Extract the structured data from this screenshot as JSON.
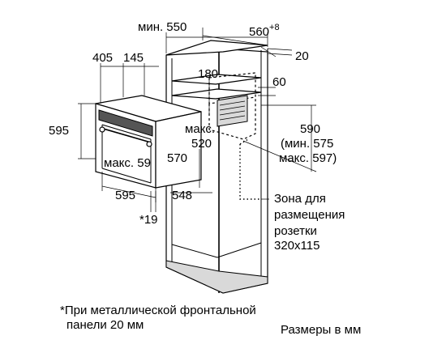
{
  "dimensions": {
    "min_550": "мин. 550",
    "w560": "560",
    "w560_sup": "+8",
    "d20": "20",
    "d405": "405",
    "d145": "145",
    "d180": "180",
    "d60": "60",
    "h595": "595",
    "max_label": "макс.",
    "max520": "520",
    "d570": "570",
    "max59": "макс. 59",
    "w595": "595",
    "d548": "548",
    "star19": "*19",
    "h590": "590",
    "min575": "(мин. 575",
    "max597": "макс. 597)"
  },
  "socket_zone": {
    "line1": "Зона для",
    "line2": "размещения",
    "line3": "розетки",
    "line4": "320x115"
  },
  "footnote": {
    "line1": "*При металлической фронтальной",
    "line2": "панели 20 мм"
  },
  "units_note": "Размеры в мм"
}
